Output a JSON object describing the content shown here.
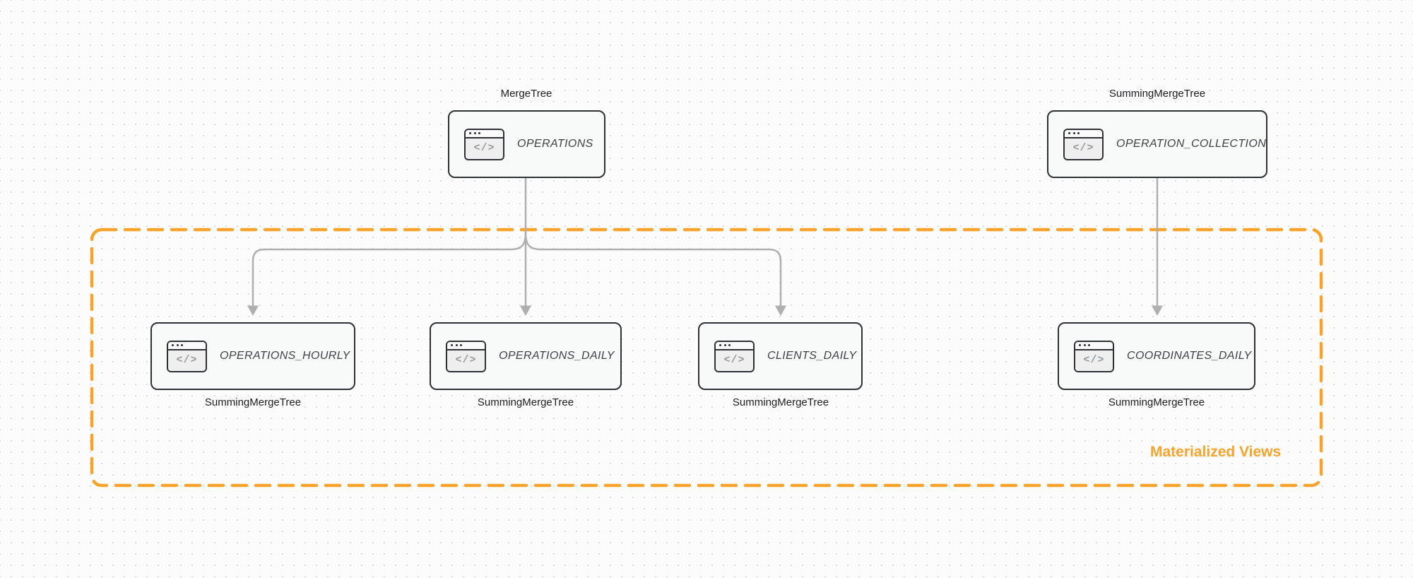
{
  "diagram": {
    "group_label": "Materialized Views",
    "icon_glyph": "</>",
    "nodes": [
      {
        "id": "operations",
        "label": "OPERATIONS",
        "engine": "MergeTree",
        "engine_position": "above"
      },
      {
        "id": "operation_collection",
        "label": "OPERATION_COLLECTION",
        "engine": "SummingMergeTree",
        "engine_position": "above"
      },
      {
        "id": "operations_hourly",
        "label": "OPERATIONS_HOURLY",
        "engine": "SummingMergeTree",
        "engine_position": "below"
      },
      {
        "id": "operations_daily",
        "label": "OPERATIONS_DAILY",
        "engine": "SummingMergeTree",
        "engine_position": "below"
      },
      {
        "id": "clients_daily",
        "label": "CLIENTS_DAILY",
        "engine": "SummingMergeTree",
        "engine_position": "below"
      },
      {
        "id": "coordinates_daily",
        "label": "COORDINATES_DAILY",
        "engine": "SummingMergeTree",
        "engine_position": "below"
      }
    ],
    "edges": [
      {
        "from": "operations",
        "to": "operations_hourly"
      },
      {
        "from": "operations",
        "to": "operations_daily"
      },
      {
        "from": "operations",
        "to": "clients_daily"
      },
      {
        "from": "operation_collection",
        "to": "coordinates_daily"
      }
    ]
  },
  "colors": {
    "accent-orange": "#F7A32C",
    "edge-gray": "#AFAFAF",
    "node-border": "#2E3033",
    "node-fill": "#F8F9F9",
    "canvas-bg": "#FCFCFC",
    "dot-color": "#E4E4E7",
    "text-dark": "#1C1C1E",
    "node-text": "#3F4245"
  }
}
